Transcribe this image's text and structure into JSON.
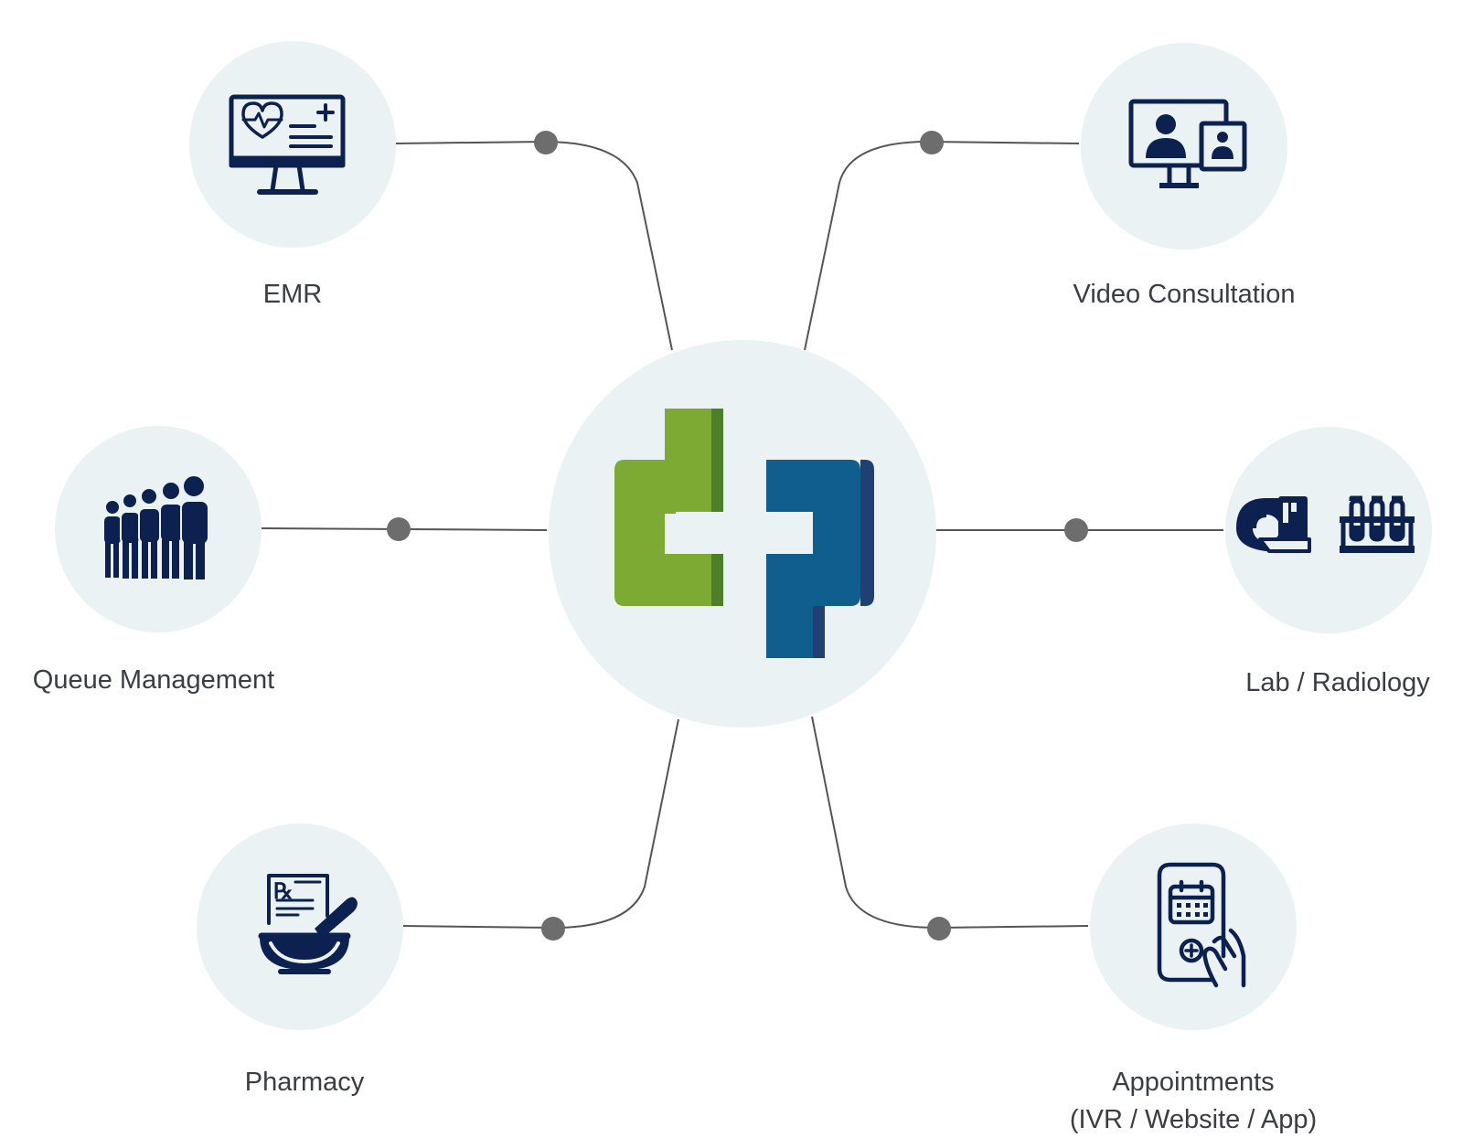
{
  "hub": {
    "logo": "dp-logo"
  },
  "nodes": [
    {
      "id": "emr",
      "label": "EMR",
      "icon": "emr-monitor-icon"
    },
    {
      "id": "video",
      "label": "Video Consultation",
      "icon": "video-consultation-icon"
    },
    {
      "id": "queue",
      "label": "Queue Management",
      "icon": "queue-people-icon"
    },
    {
      "id": "lab",
      "label": "Lab / Radiology",
      "icon": "lab-radiology-icon"
    },
    {
      "id": "pharmacy",
      "label": "Pharmacy",
      "icon": "pharmacy-mortar-icon"
    },
    {
      "id": "appointments",
      "label": "Appointments",
      "sublabel": "(IVR / Website / App)",
      "icon": "appointment-phone-icon"
    }
  ],
  "colors": {
    "circle": "#eaf2f4",
    "icon": "#0d2150",
    "line": "#555555",
    "dot": "#6d6d6d",
    "logo_green": "#7daa32",
    "logo_green_dark": "#4e7f27",
    "logo_blue": "#0f5e8e",
    "logo_blue_dark": "#203f73"
  }
}
